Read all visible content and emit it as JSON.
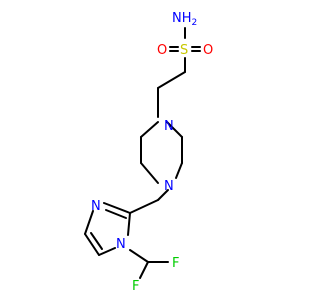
{
  "molecule": {
    "atoms": [
      {
        "id": "nh2",
        "text": "NH",
        "sub": "2",
        "color": "#0000ff"
      },
      {
        "id": "s1",
        "text": "S",
        "color": "#c8c800"
      },
      {
        "id": "o_left",
        "text": "O",
        "color": "#ff0000"
      },
      {
        "id": "o_right",
        "text": "O",
        "color": "#ff0000"
      },
      {
        "id": "n_pip_top",
        "text": "N",
        "color": "#0000ff"
      },
      {
        "id": "n_pip_bottom",
        "text": "N",
        "color": "#0000ff"
      },
      {
        "id": "n_imid_3",
        "text": "N",
        "color": "#0000ff"
      },
      {
        "id": "n_imid_1",
        "text": "N",
        "color": "#0000ff"
      },
      {
        "id": "f_right",
        "text": "F",
        "color": "#00cc00"
      },
      {
        "id": "f_bottom",
        "text": "F",
        "color": "#00cc00"
      }
    ]
  },
  "colors": {
    "bond": "#000000",
    "nitrogen": "#0000ff",
    "oxygen": "#ff0000",
    "sulfur": "#c8c800",
    "fluorine": "#00cc00"
  }
}
